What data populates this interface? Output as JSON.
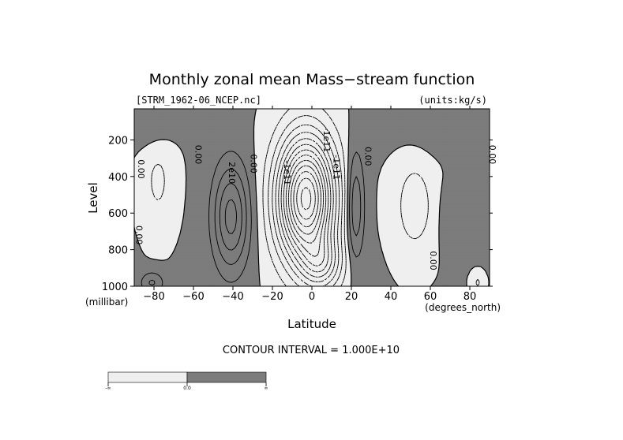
{
  "chart_data": {
    "type": "contour",
    "title": "Monthly zonal mean Mass−stream function",
    "file_label": "[STRM_1962-06_NCEP.nc]",
    "units_label": "(units:kg/s)",
    "xlabel": "Latitude",
    "x_units": "(degrees_north)",
    "ylabel": "Level",
    "y_units": "(millibar)",
    "contour_interval_text": "CONTOUR INTERVAL = 1.000E+10",
    "contour_interval": 10000000000,
    "xlim": [
      -90,
      90
    ],
    "ylim": [
      1000,
      30
    ],
    "x_ticks": [
      -80,
      -60,
      -40,
      -20,
      0,
      20,
      40,
      60,
      80
    ],
    "x_tick_labels": [
      "−80",
      "−60",
      "−40",
      "−20",
      "0",
      "20",
      "40",
      "60",
      "80"
    ],
    "y_ticks": [
      200,
      400,
      600,
      800,
      1000
    ],
    "y_tick_labels": [
      "200",
      "400",
      "600",
      "800",
      "1000"
    ],
    "shading": "values greater than 0 shaded dark gray; values less than 0 shaded light gray",
    "contour_labels": [
      {
        "text": "0.00",
        "lat": -88,
        "lev": 360
      },
      {
        "text": "0.00",
        "lat": -59,
        "lev": 280
      },
      {
        "text": "0.00",
        "lat": -31,
        "lev": 330
      },
      {
        "text": "0.00",
        "lat": 27,
        "lev": 290
      },
      {
        "text": "0.00",
        "lat": 90,
        "lev": 280
      },
      {
        "text": "0.00",
        "lat": -89,
        "lev": 720
      },
      {
        "text": "0.00",
        "lat": 60,
        "lev": 860
      },
      {
        "text": "2e10",
        "lat": -42,
        "lev": 380
      },
      {
        "text": "-1e11",
        "lat": -14,
        "lev": 380
      },
      {
        "text": "-1e11",
        "lat": 11,
        "lev": 350
      },
      {
        "text": "-1e11",
        "lat": 6,
        "lev": 200
      }
    ],
    "colorbar": {
      "colors": [
        "#efefef",
        "#7c7c7c"
      ],
      "labels": [
        "-∞",
        "0.0",
        "∞"
      ]
    }
  },
  "colors": {
    "positive_fill": "#7c7c7c",
    "negative_fill": "#efefef",
    "line": "#000000"
  }
}
